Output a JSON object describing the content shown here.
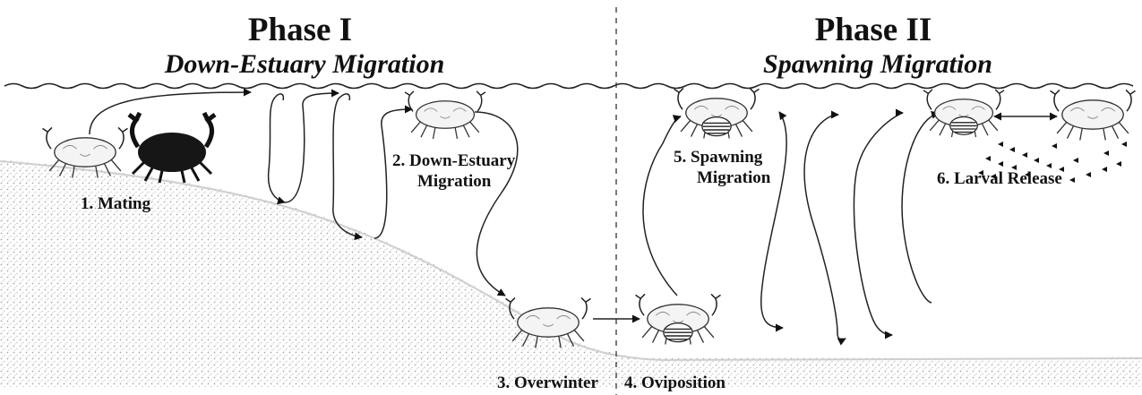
{
  "phase1": {
    "title": "Phase I",
    "subtitle": "Down-Estuary Migration"
  },
  "phase2": {
    "title": "Phase II",
    "subtitle": "Spawning Migration"
  },
  "stages": {
    "mating": "1. Mating",
    "down_estuary_line1": "2. Down-Estuary",
    "down_estuary_line2": "Migration",
    "overwinter": "3. Overwinter",
    "oviposition": "4. Oviposition",
    "spawning_line1": "5. Spawning",
    "spawning_line2": "Migration",
    "larval_release": "6. Larval Release"
  },
  "icons": [
    "crab-icon",
    "dark-crab-icon",
    "egg-bearing-crab-icon",
    "larvae-icon",
    "migration-arrow-icon"
  ],
  "colors": {
    "ink": "#111111",
    "sediment": "#bdbdbd",
    "dark_crab": "#161616",
    "background": "#ffffff"
  }
}
